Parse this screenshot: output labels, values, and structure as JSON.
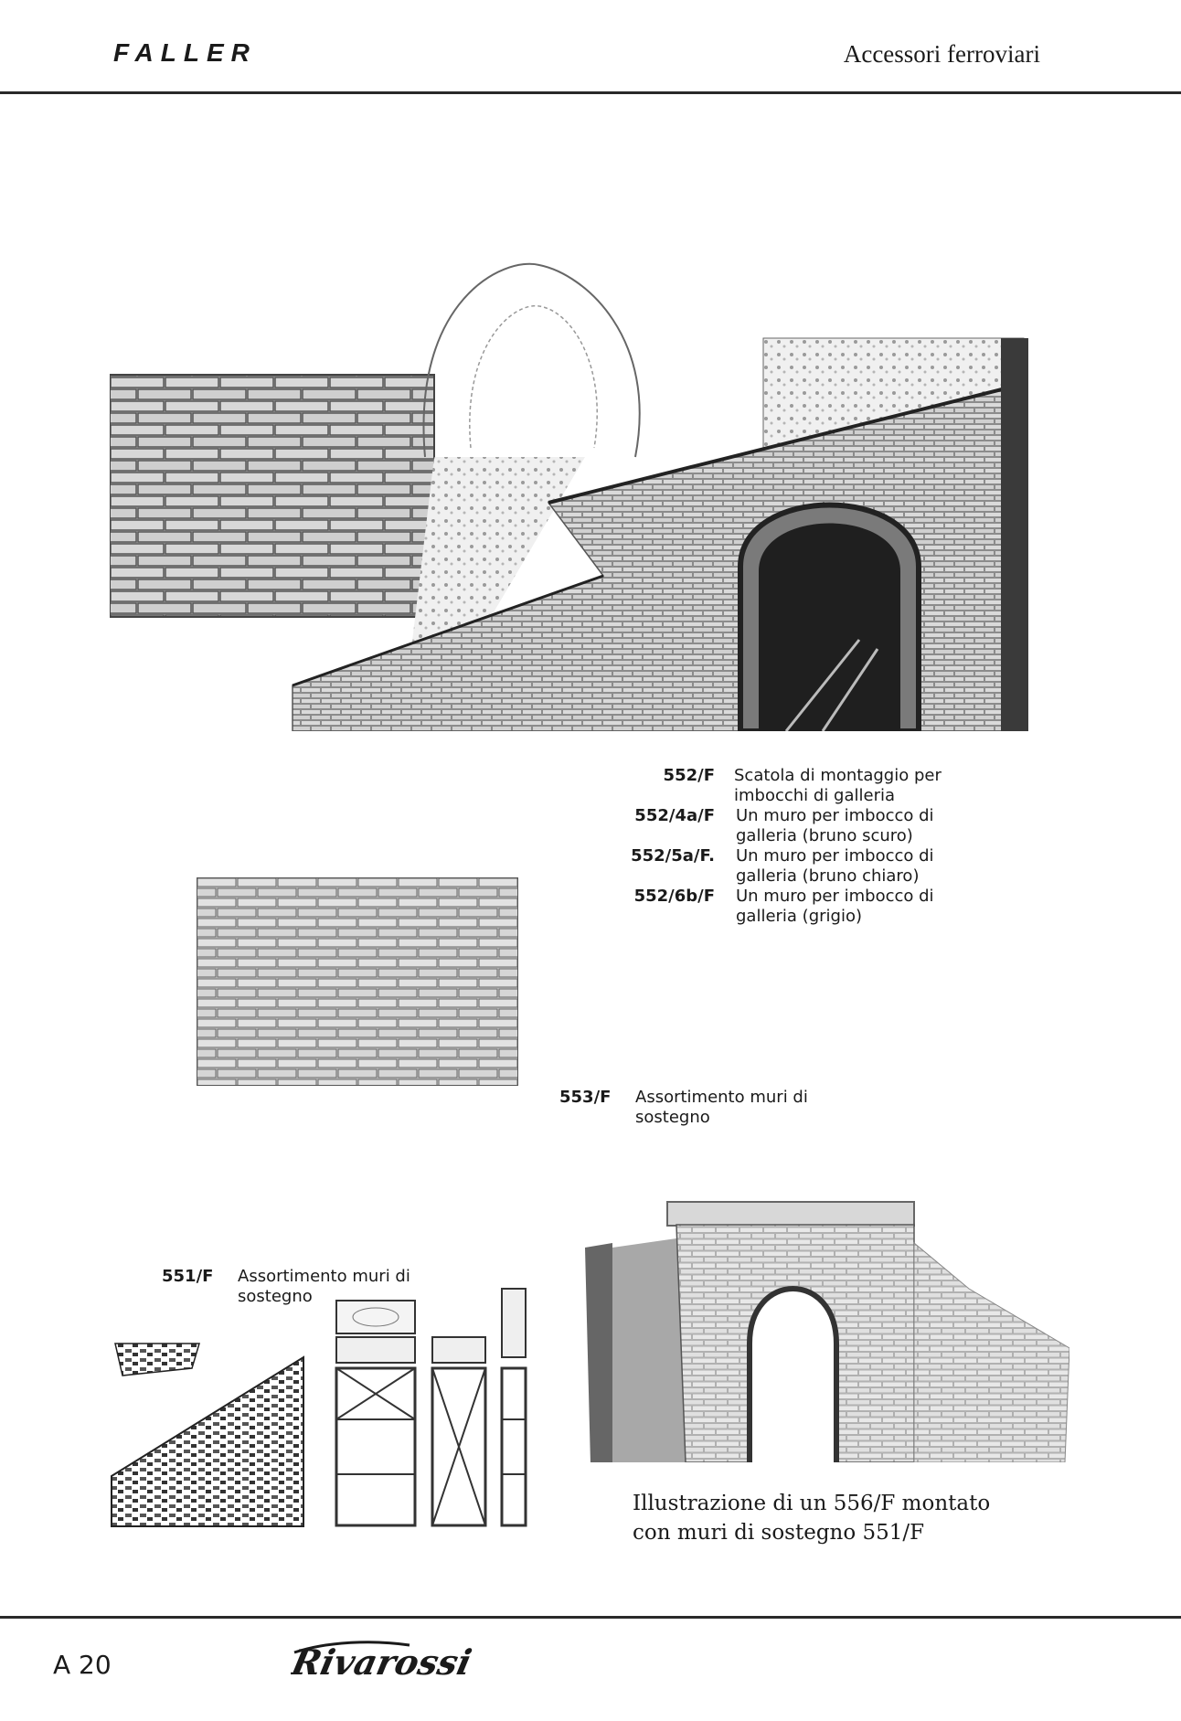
{
  "header": {
    "brand": "FALLER",
    "section": "Accessori ferroviari"
  },
  "items": [
    {
      "code": "552/F",
      "lines": [
        "Scatola di montaggio per",
        "imbocchi di galleria"
      ]
    },
    {
      "code": "552/4a/F",
      "lines": [
        "Un muro per imbocco di",
        "galleria (bruno scuro)"
      ]
    },
    {
      "code": "552/5a/F.",
      "lines": [
        "Un muro per imbocco di",
        "galleria (bruno chiaro)"
      ]
    },
    {
      "code": "552/6b/F",
      "lines": [
        "Un muro per imbocco di",
        "galleria (grigio)"
      ]
    }
  ],
  "item553": {
    "code": "553/F",
    "lines": [
      "Assortimento muri di",
      "sostegno"
    ]
  },
  "item551": {
    "code": "551/F",
    "lines": [
      "Assortimento muri di",
      "sostegno"
    ]
  },
  "illustration_caption": {
    "lines": [
      "Illustrazione di un 556/F montato",
      "con muri di sostegno 551/F"
    ]
  },
  "footer": {
    "page_number": "A 20",
    "logo_text": "Rivarossi"
  },
  "colors": {
    "ink": "#1a1a1a",
    "brick_light": "#cfcfcf",
    "brick_dark": "#9a9a9a"
  }
}
